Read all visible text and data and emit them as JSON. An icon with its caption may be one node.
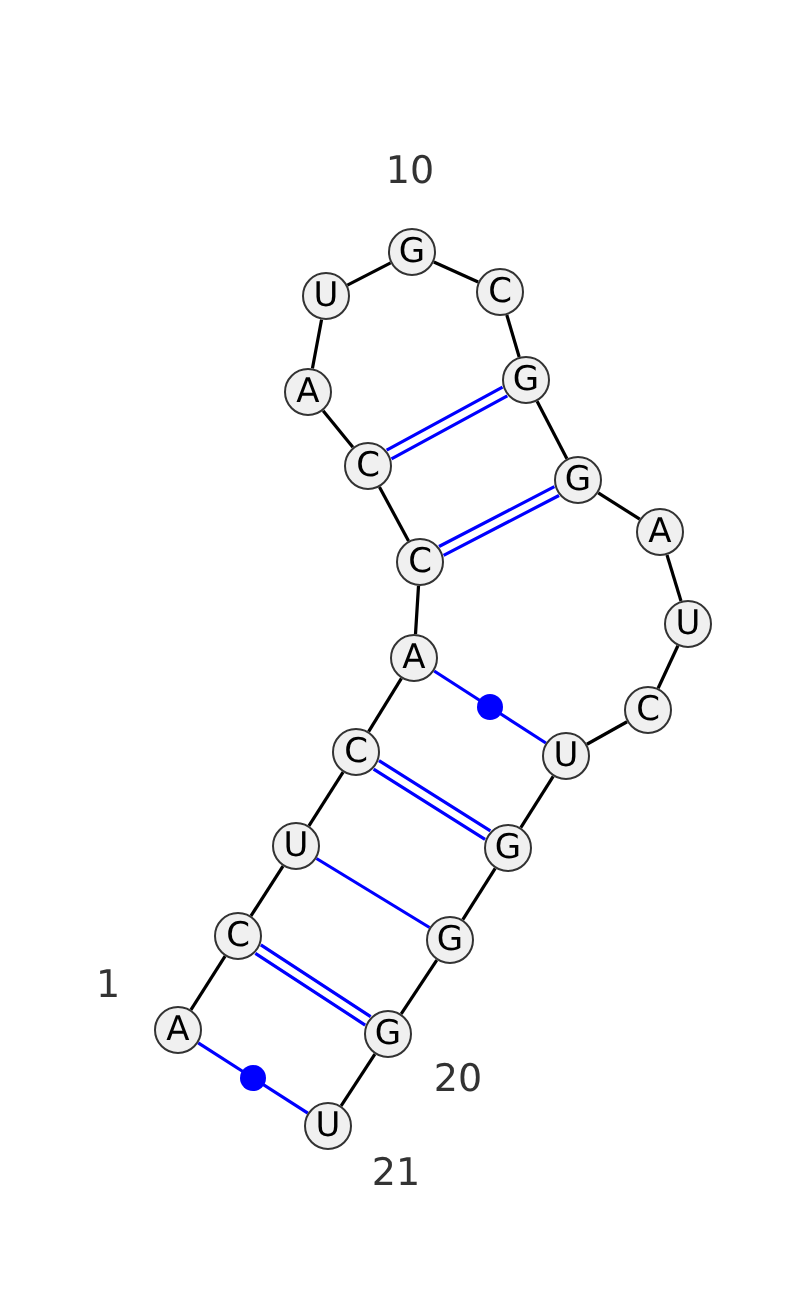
{
  "diagram": {
    "nodes": [
      {
        "text": [
          "A"
        ],
        "beside": [
          "1"
        ]
      },
      {
        "text": [
          "C"
        ]
      },
      {
        "text": [
          "U"
        ]
      },
      {
        "text": [
          "C"
        ]
      },
      {
        "text": [
          "A"
        ]
      },
      {
        "text": [
          "C"
        ]
      },
      {
        "text": [
          "C"
        ]
      },
      {
        "text": [
          "A"
        ]
      },
      {
        "text": [
          "U"
        ]
      },
      {
        "text": [
          "G"
        ],
        "beside": [
          "10"
        ]
      },
      {
        "text": [
          "C"
        ]
      },
      {
        "text": [
          "G"
        ]
      },
      {
        "text": [
          "G"
        ]
      },
      {
        "text": [
          "A"
        ]
      },
      {
        "text": [
          "U"
        ]
      },
      {
        "text": [
          "C"
        ]
      },
      {
        "text": [
          "U"
        ]
      },
      {
        "text": [
          "G"
        ]
      },
      {
        "text": [
          "G"
        ]
      },
      {
        "text": [
          "G"
        ],
        "beside": [
          "20"
        ]
      },
      {
        "text": [
          "U"
        ],
        "beside": [
          "21"
        ]
      }
    ],
    "edges": [
      {
        "from": 0,
        "to": 1,
        "arrow": "none"
      },
      {
        "from": 1,
        "to": 2,
        "arrow": "none"
      },
      {
        "from": 2,
        "to": 3,
        "arrow": "none"
      },
      {
        "from": 3,
        "to": 4,
        "arrow": "none"
      },
      {
        "from": 4,
        "to": 5,
        "arrow": "none"
      },
      {
        "from": 5,
        "to": 6,
        "arrow": "none"
      },
      {
        "from": 6,
        "to": 7,
        "arrow": "none"
      },
      {
        "from": 7,
        "to": 8,
        "arrow": "none"
      },
      {
        "from": 8,
        "to": 9,
        "arrow": "none"
      },
      {
        "from": 9,
        "to": 10,
        "arrow": "none"
      },
      {
        "from": 10,
        "to": 11,
        "arrow": "none"
      },
      {
        "from": 11,
        "to": 12,
        "arrow": "none"
      },
      {
        "from": 12,
        "to": 13,
        "arrow": "none"
      },
      {
        "from": 13,
        "to": 14,
        "arrow": "none"
      },
      {
        "from": 14,
        "to": 15,
        "arrow": "none"
      },
      {
        "from": 15,
        "to": 16,
        "arrow": "none"
      },
      {
        "from": 16,
        "to": 17,
        "arrow": "none"
      },
      {
        "from": 17,
        "to": 18,
        "arrow": "none"
      },
      {
        "from": 18,
        "to": 19,
        "arrow": "none"
      },
      {
        "from": 19,
        "to": 20,
        "arrow": "none"
      },
      {
        "from": 0,
        "to": 20,
        "arrow": "none",
        "color": "#0000ff"
      },
      {
        "from": 1,
        "to": 19,
        "arrow": "none",
        "color": "#0000ff"
      },
      {
        "from": 2,
        "to": 18,
        "arrow": "none",
        "color": "#0000ff"
      },
      {
        "from": 3,
        "to": 17,
        "arrow": "none",
        "color": "#0000ff"
      },
      {
        "from": 4,
        "to": 16,
        "arrow": "none",
        "color": "#0000ff"
      },
      {
        "from": 5,
        "to": 12,
        "arrow": "none",
        "color": "#0000ff"
      },
      {
        "from": 6,
        "to": 11,
        "arrow": "none",
        "color": "#0000ff"
      }
    ]
  }
}
